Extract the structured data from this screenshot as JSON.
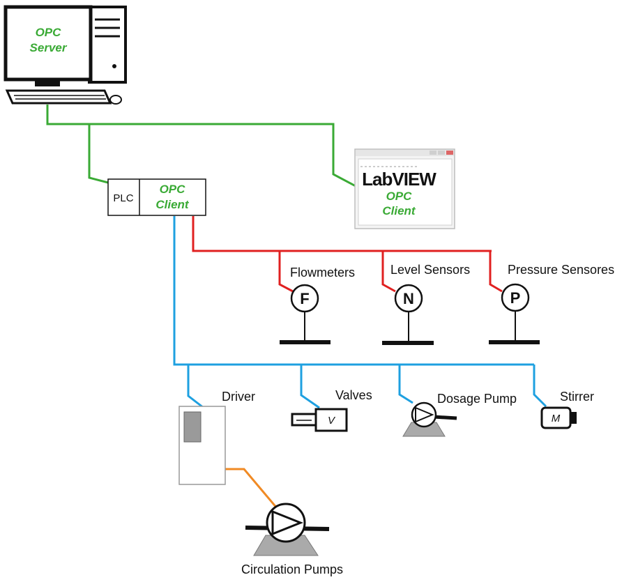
{
  "server": {
    "line1": "OPC",
    "line2": "Server"
  },
  "plc": {
    "plc_label": "PLC",
    "client_line1": "OPC",
    "client_line2": "Client"
  },
  "labview": {
    "logo": "LabVIEW",
    "client_line1": "OPC",
    "client_line2": "Client"
  },
  "sensors": {
    "flowmeters": {
      "label": "Flowmeters",
      "symbol": "F"
    },
    "level": {
      "label": "Level Sensors",
      "symbol": "N"
    },
    "pressure": {
      "label": "Pressure Sensores",
      "symbol": "P"
    }
  },
  "actuators": {
    "driver": {
      "label": "Driver"
    },
    "valves": {
      "label": "Valves",
      "symbol": "V"
    },
    "dosage_pump": {
      "label": "Dosage Pump"
    },
    "stirrer": {
      "label": "Stirrer",
      "symbol": "M"
    }
  },
  "circulation_pumps": {
    "label": "Circulation Pumps"
  },
  "colors": {
    "ethernet": "#3aaa35",
    "sensor_bus": "#e02020",
    "actuator_bus": "#1ea0e0",
    "drive_link": "#f08a24",
    "opc_text": "#3aaa35"
  }
}
